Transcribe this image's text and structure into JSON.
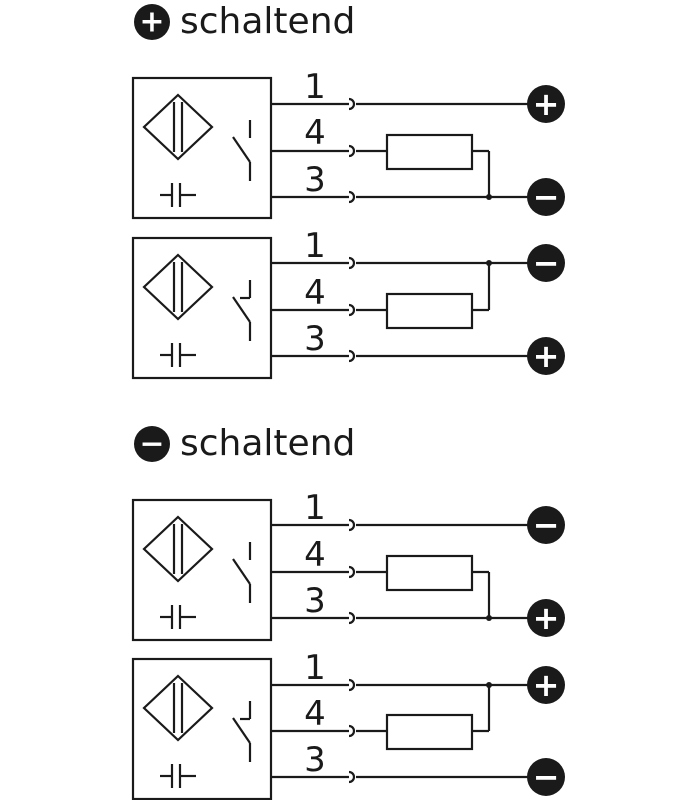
{
  "sections": [
    {
      "title": "schaltend",
      "polarity": "+",
      "circuits": [
        {
          "contact": "NO",
          "pins": [
            {
              "num": "1",
              "terminal": "+"
            },
            {
              "num": "4",
              "terminal": ""
            },
            {
              "num": "3",
              "terminal": "−"
            }
          ]
        },
        {
          "contact": "NC",
          "pins": [
            {
              "num": "1",
              "terminal": "−"
            },
            {
              "num": "4",
              "terminal": ""
            },
            {
              "num": "3",
              "terminal": "+"
            }
          ]
        }
      ]
    },
    {
      "title": "schaltend",
      "polarity": "−",
      "circuits": [
        {
          "contact": "NO",
          "pins": [
            {
              "num": "1",
              "terminal": "−"
            },
            {
              "num": "4",
              "terminal": ""
            },
            {
              "num": "3",
              "terminal": "+"
            }
          ]
        },
        {
          "contact": "NC",
          "pins": [
            {
              "num": "1",
              "terminal": "+"
            },
            {
              "num": "4",
              "terminal": ""
            },
            {
              "num": "3",
              "terminal": "−"
            }
          ]
        }
      ]
    }
  ]
}
